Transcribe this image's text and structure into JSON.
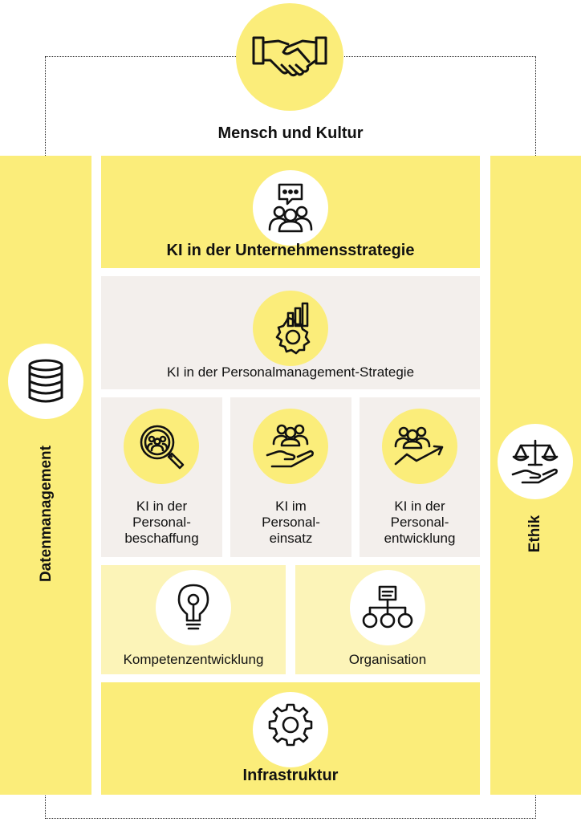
{
  "top": {
    "title": "Mensch und Kultur",
    "icon": "handshake-icon"
  },
  "left": {
    "title": "Datenmanagement",
    "icon": "database-icon"
  },
  "right": {
    "title": "Ethik",
    "icon": "scales-hand-icon"
  },
  "strategy": {
    "title": "KI in der Unternehmensstrategie",
    "icon": "team-chat-icon"
  },
  "hr_strategy": {
    "title": "KI in der Personalmanagement-Strategie",
    "icon": "gear-growth-icon"
  },
  "hr_areas": [
    {
      "lines": [
        "KI in der",
        "Personal-",
        "beschaffung"
      ],
      "icon": "magnifier-people-icon"
    },
    {
      "lines": [
        "KI im",
        "Personal-",
        "einsatz"
      ],
      "icon": "hand-people-icon"
    },
    {
      "lines": [
        "KI in der",
        "Personal-",
        "entwicklung"
      ],
      "icon": "people-growth-icon"
    }
  ],
  "enablers": [
    {
      "title": "Kompetenzentwicklung",
      "icon": "lightbulb-icon"
    },
    {
      "title": "Organisation",
      "icon": "org-chart-icon"
    }
  ],
  "infra": {
    "title": "Infrastruktur",
    "icon": "gear-network-icon"
  },
  "colors": {
    "yellow": "#fbed7a",
    "grey": "#f3efec",
    "light_yellow": "#fcf4b8",
    "white": "#ffffff"
  }
}
